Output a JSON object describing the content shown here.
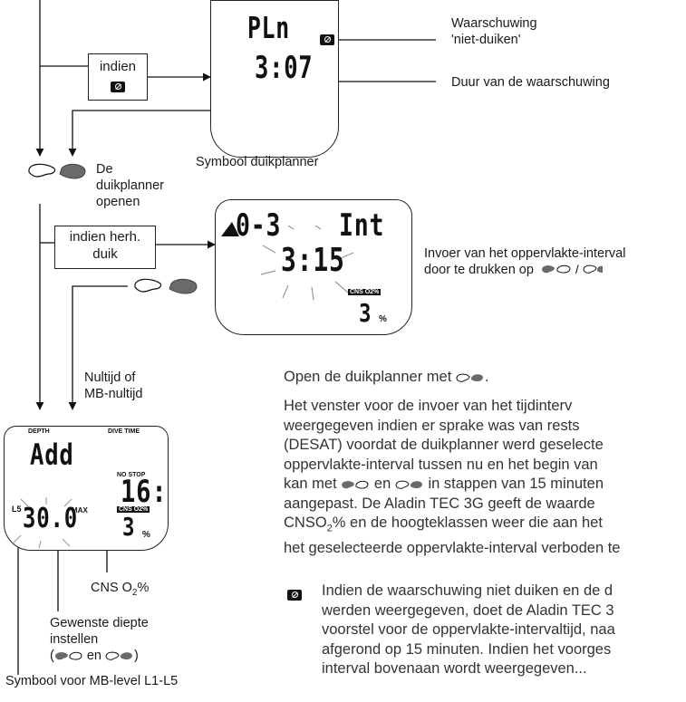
{
  "diagram": {
    "box_indien": "indien",
    "box_herh_line1": "indien herh.",
    "box_herh_line2": "duik",
    "de_duikplanner": [
      "De",
      "duikplanner",
      "openen"
    ],
    "nultijd": [
      "Nultijd of",
      "MB-nultijd"
    ],
    "screen1": {
      "mode": "PLn",
      "time": "3:07",
      "warn_label_1": "Waarschuwing",
      "warn_label_2": "'niet-duiken'",
      "duration_label": "Duur van de waarschuwing",
      "symbol_label": "Symbool duikplanner"
    },
    "screen2": {
      "top": "0-3",
      "int": "Int",
      "time": "3:15",
      "cns_badge": "CNS O2%",
      "cns_value": "3",
      "pct": "%",
      "note_line1": "Invoer van het oppervlakte-interval",
      "note_line2": "door te drukken op",
      "note_sep": "/"
    },
    "screen3": {
      "depth_label": "DEPTH",
      "divetime_label": "DIVE TIME",
      "mode": "Add",
      "nostop_label": "NO STOP",
      "nostop_value": "16:",
      "level": "L5",
      "depth_value": "30.0",
      "max_label": "MAX",
      "cns_badge": "CNS O2%",
      "cns_value": "3",
      "pct": "%"
    },
    "labels": {
      "cns": "CNS O",
      "cns_sub": "2",
      "cns_suffix": "%",
      "gewenste_1": "Gewenste diepte",
      "gewenste_2": "instellen",
      "gewenste_3_open": "(",
      "gewenste_3_mid": " en ",
      "gewenste_3_close": ")",
      "symbool_mb": "Symbool voor MB-level L1-L5"
    }
  },
  "text": {
    "open_line": "Open de duikplanner met",
    "open_end": ".",
    "p1": [
      "Het venster voor de invoer van het tijdinterv",
      "weergegeven indien er sprake was van rests",
      "(DESAT) voordat de duikplanner werd geselecte",
      "oppervlakte-interval tussen nu en het begin van",
      "kan met",
      "en",
      "in stappen van 15 minuten",
      "aangepast. De Aladin TEC 3G geeft de waarde",
      "CNSO",
      "2",
      "% en de hoogteklassen weer die aan het",
      "het geselecteerde oppervlakte-interval verboden te"
    ],
    "warn": [
      "Indien de waarschuwing niet duiken en de d",
      "werden weergegeven, doet de Aladin TEC 3",
      "voorstel voor de oppervlakte-intervaltijd, naa",
      "afgerond op 15 minuten. Indien het voorges",
      "interval bovenaan wordt weergegeven..."
    ]
  },
  "icons": [
    "left-button-icon",
    "right-button-icon",
    "no-dive-icon",
    "mountain-icon"
  ],
  "colors": {
    "ink": "#1a1a1a",
    "button_fill": "#666666",
    "screen_border": "#222222"
  }
}
